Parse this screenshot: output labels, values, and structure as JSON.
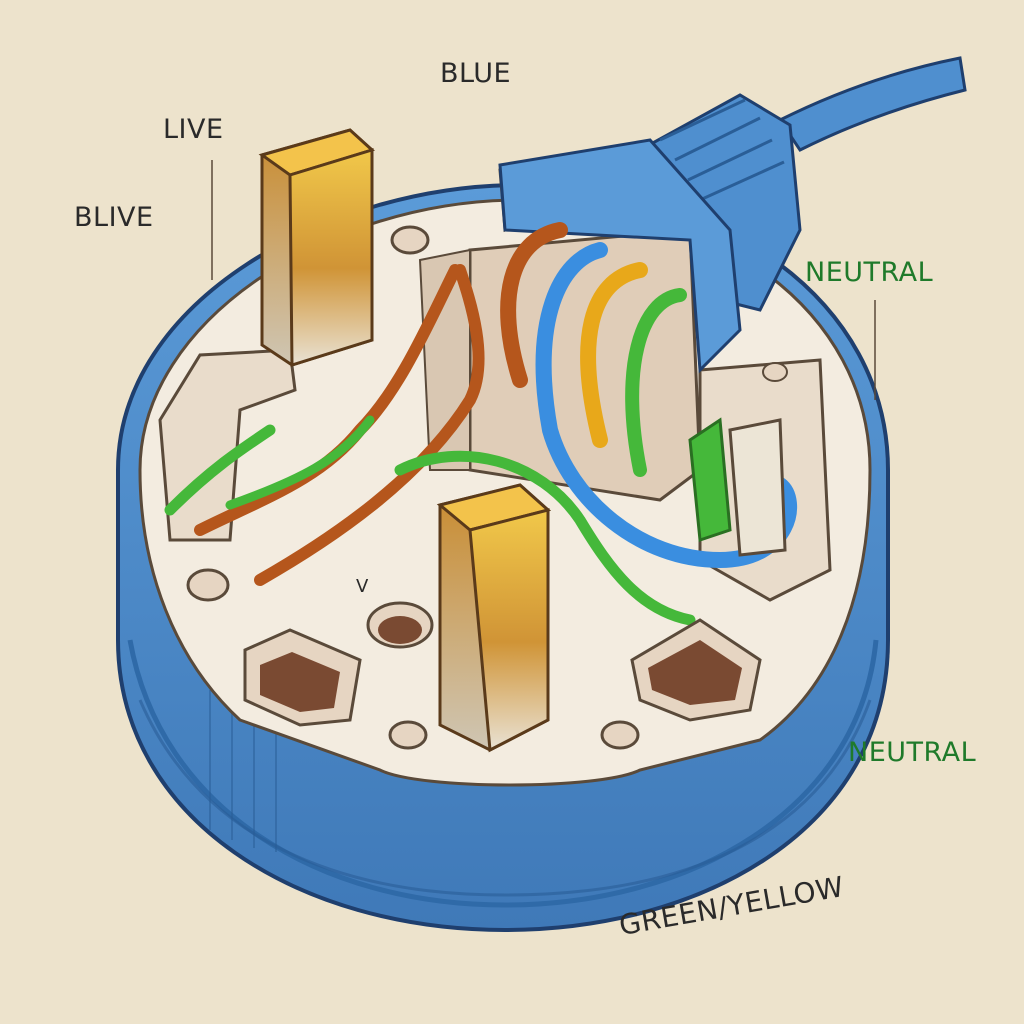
{
  "labels": {
    "blue": "BLUE",
    "live": "LIVE",
    "blive": "BLIVE",
    "neutral_top": "NEUTRAL",
    "neutral_bottom": "NEUTRAL",
    "ground": "GREEN/YELLOW",
    "small_mark": "V"
  },
  "colors": {
    "background": "#ede3cc",
    "casing_blue": "#4f8fcf",
    "casing_blue_dark": "#2f6aa8",
    "face_cream": "#f3ece0",
    "pin_brass": "#d6a640",
    "wire_brown": "#b5561c",
    "wire_blue": "#3a8ee0",
    "wire_green": "#45b83a",
    "wire_yellow": "#e8a81a",
    "text_dark": "#2a2a2a",
    "text_green": "#1f7a2a"
  }
}
